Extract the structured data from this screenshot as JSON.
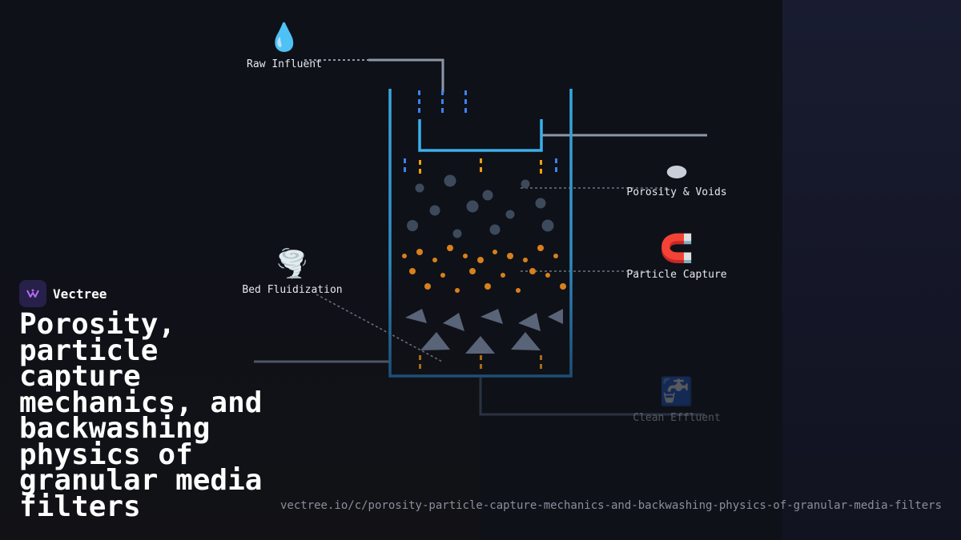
{
  "brand": {
    "name": "Vectree"
  },
  "title": "Porosity, particle capture mechanics, and backwashing physics of granular media filters",
  "url": "vectree.io/c/porosity-particle-capture-mechanics-and-backwashing-physics-of-granular-media-filters",
  "nodes": {
    "raw_influent": {
      "label": "Raw Influent",
      "icon": "water-drop-icon",
      "glyph": "💧"
    },
    "porosity": {
      "label": "Porosity & Voids",
      "icon": "porous-disc-icon",
      "glyph": "⬬"
    },
    "particle_capture": {
      "label": "Particle Capture",
      "icon": "magnet-icon",
      "glyph": "🧲"
    },
    "fluidization": {
      "label": "Bed Fluidization",
      "icon": "tornado-icon",
      "glyph": "🌪️"
    },
    "clean_effluent": {
      "label": "Clean Effluent",
      "icon": "faucet-icon",
      "glyph": "🚰"
    }
  },
  "colors": {
    "background": "#0f1118",
    "tank": "#3aa7e0",
    "pipe": "#8d96a8",
    "gravel": "#3d4a5c",
    "sand": "#d9801c",
    "anthracite": "#5a6478",
    "water_drops": "#3b82f6",
    "backwash_drops": "#f59e0b"
  }
}
